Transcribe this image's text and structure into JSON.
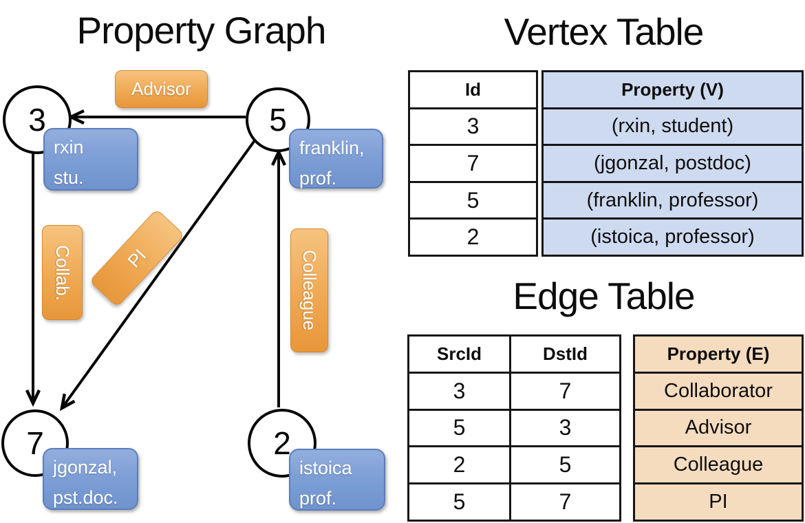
{
  "graph": {
    "title": "Property Graph",
    "nodes": [
      {
        "id": "3",
        "prop_line1": "rxin",
        "prop_line2": "stu."
      },
      {
        "id": "5",
        "prop_line1": "franklin,",
        "prop_line2": "prof."
      },
      {
        "id": "7",
        "prop_line1": "jgonzal,",
        "prop_line2": "pst.doc."
      },
      {
        "id": "2",
        "prop_line1": "istoica",
        "prop_line2": "prof."
      }
    ],
    "edge_labels": {
      "advisor": "Advisor",
      "collab": "Collab.",
      "pi": "PI",
      "colleague": "Colleague"
    }
  },
  "vertex_table": {
    "title": "Vertex Table",
    "columns": {
      "id": "Id",
      "property": "Property (V)"
    },
    "rows": [
      {
        "id": "3",
        "property": "(rxin, student)"
      },
      {
        "id": "7",
        "property": "(jgonzal, postdoc)"
      },
      {
        "id": "5",
        "property": "(franklin, professor)"
      },
      {
        "id": "2",
        "property": "(istoica, professor)"
      }
    ]
  },
  "edge_table": {
    "title": "Edge Table",
    "columns": {
      "src": "SrcId",
      "dst": "DstId",
      "property": "Property (E)"
    },
    "rows": [
      {
        "src": "3",
        "dst": "7",
        "property": "Collaborator"
      },
      {
        "src": "5",
        "dst": "3",
        "property": "Advisor"
      },
      {
        "src": "2",
        "dst": "5",
        "property": "Colleague"
      },
      {
        "src": "5",
        "dst": "7",
        "property": "PI"
      }
    ]
  },
  "colors": {
    "edge_label_orange": "#EFA953",
    "vertex_label_blue": "#7E9FD6",
    "vertex_property_bg": "#CEDAF0",
    "edge_property_bg": "#F5DCBF",
    "line_black": "#060606"
  }
}
